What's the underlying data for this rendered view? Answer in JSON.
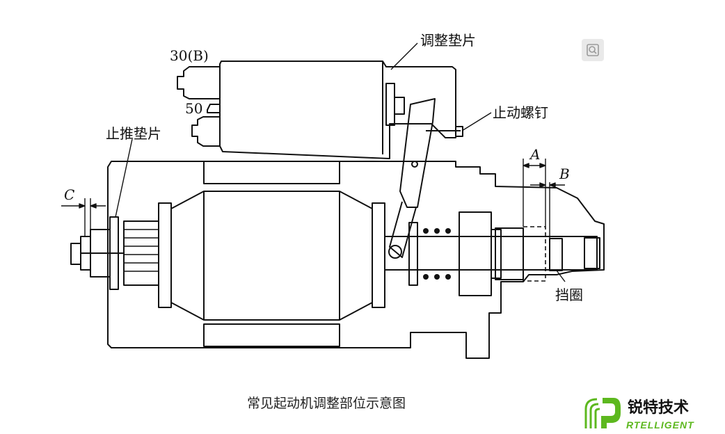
{
  "labels": {
    "solenoid_terminal_30b": "30(B)",
    "solenoid_terminal_50": "50",
    "adjusting_shim": "调整垫片",
    "stop_screw": "止动螺钉",
    "thrust_shim": "止推垫片",
    "retaining_ring": "挡圈",
    "dim_a": "A",
    "dim_b": "B",
    "dim_c": "C"
  },
  "caption": "常见起动机调整部位示意图",
  "watermark": {
    "brand_cn": "锐特技术",
    "brand_en": "RTELLIGENT",
    "accent_color": "#5db81f"
  },
  "zoom_icon": "zoom-search-icon"
}
